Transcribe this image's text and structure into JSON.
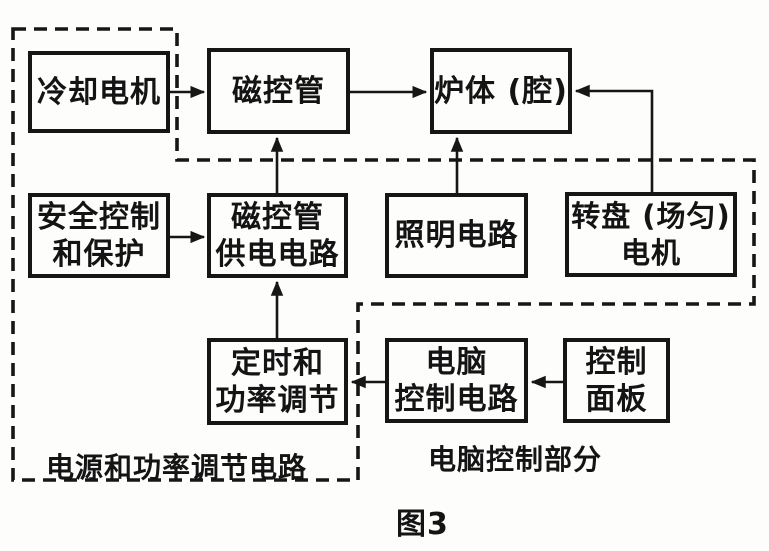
{
  "figure": {
    "caption": "图3",
    "labels": {
      "power_region": "电源和功率调节电路",
      "computer_region": "电脑控制部分"
    },
    "blocks": {
      "cooling_motor": {
        "l1": "冷却电机"
      },
      "magnetron": {
        "l1": "磁控管"
      },
      "oven_cavity": {
        "l1": "炉体 (腔)"
      },
      "safety": {
        "l1": "安全控制",
        "l2": "和保护"
      },
      "supply": {
        "l1": "磁控管",
        "l2": "供电电路"
      },
      "lighting": {
        "l1": "照明电路"
      },
      "turntable": {
        "l1": "转盘 (场匀)",
        "l2": "电机"
      },
      "timing": {
        "l1": "定时和",
        "l2": "功率调节"
      },
      "computer": {
        "l1": "电脑",
        "l2": "控制电路"
      },
      "panel": {
        "l1": "控制",
        "l2": "面板"
      }
    },
    "connections": [
      {
        "from": "cooling_motor",
        "to": "magnetron"
      },
      {
        "from": "magnetron",
        "to": "oven_cavity"
      },
      {
        "from": "supply",
        "to": "magnetron"
      },
      {
        "from": "lighting",
        "to": "oven_cavity"
      },
      {
        "from": "turntable",
        "to": "oven_cavity"
      },
      {
        "from": "safety",
        "to": "supply"
      },
      {
        "from": "timing",
        "to": "supply"
      },
      {
        "from": "computer",
        "to": "timing"
      },
      {
        "from": "panel",
        "to": "computer"
      }
    ],
    "colors": {
      "ink": "#161616",
      "paper": "#fdfdfc"
    }
  }
}
